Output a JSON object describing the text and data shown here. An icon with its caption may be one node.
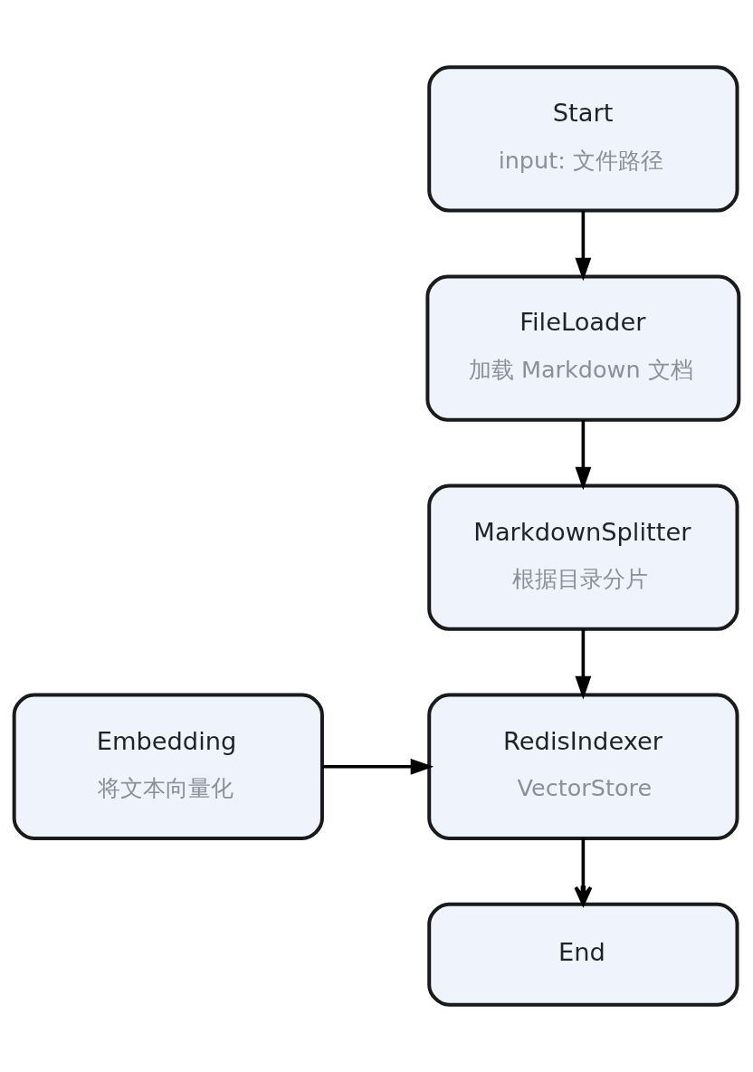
{
  "diagram": {
    "nodes": [
      {
        "text": [
          "Start",
          "input: 文件路径"
        ]
      },
      {
        "text": [
          "FileLoader",
          "加载 Markdown 文档"
        ]
      },
      {
        "text": [
          "MarkdownSplitter",
          "根据目录分片"
        ]
      },
      {
        "text": [
          "Embedding",
          "将文本向量化"
        ]
      },
      {
        "text": [
          "RedisIndexer",
          "VectorStore"
        ]
      },
      {
        "text": [
          "End"
        ]
      }
    ],
    "edges": [
      {
        "from": 0,
        "to": 1,
        "arrow": "to"
      },
      {
        "from": 1,
        "to": 2,
        "arrow": "to"
      },
      {
        "from": 2,
        "to": 4,
        "arrow": "to"
      },
      {
        "from": 3,
        "to": 4,
        "arrow": "to"
      },
      {
        "from": 4,
        "to": 5,
        "arrow": "to"
      }
    ]
  }
}
